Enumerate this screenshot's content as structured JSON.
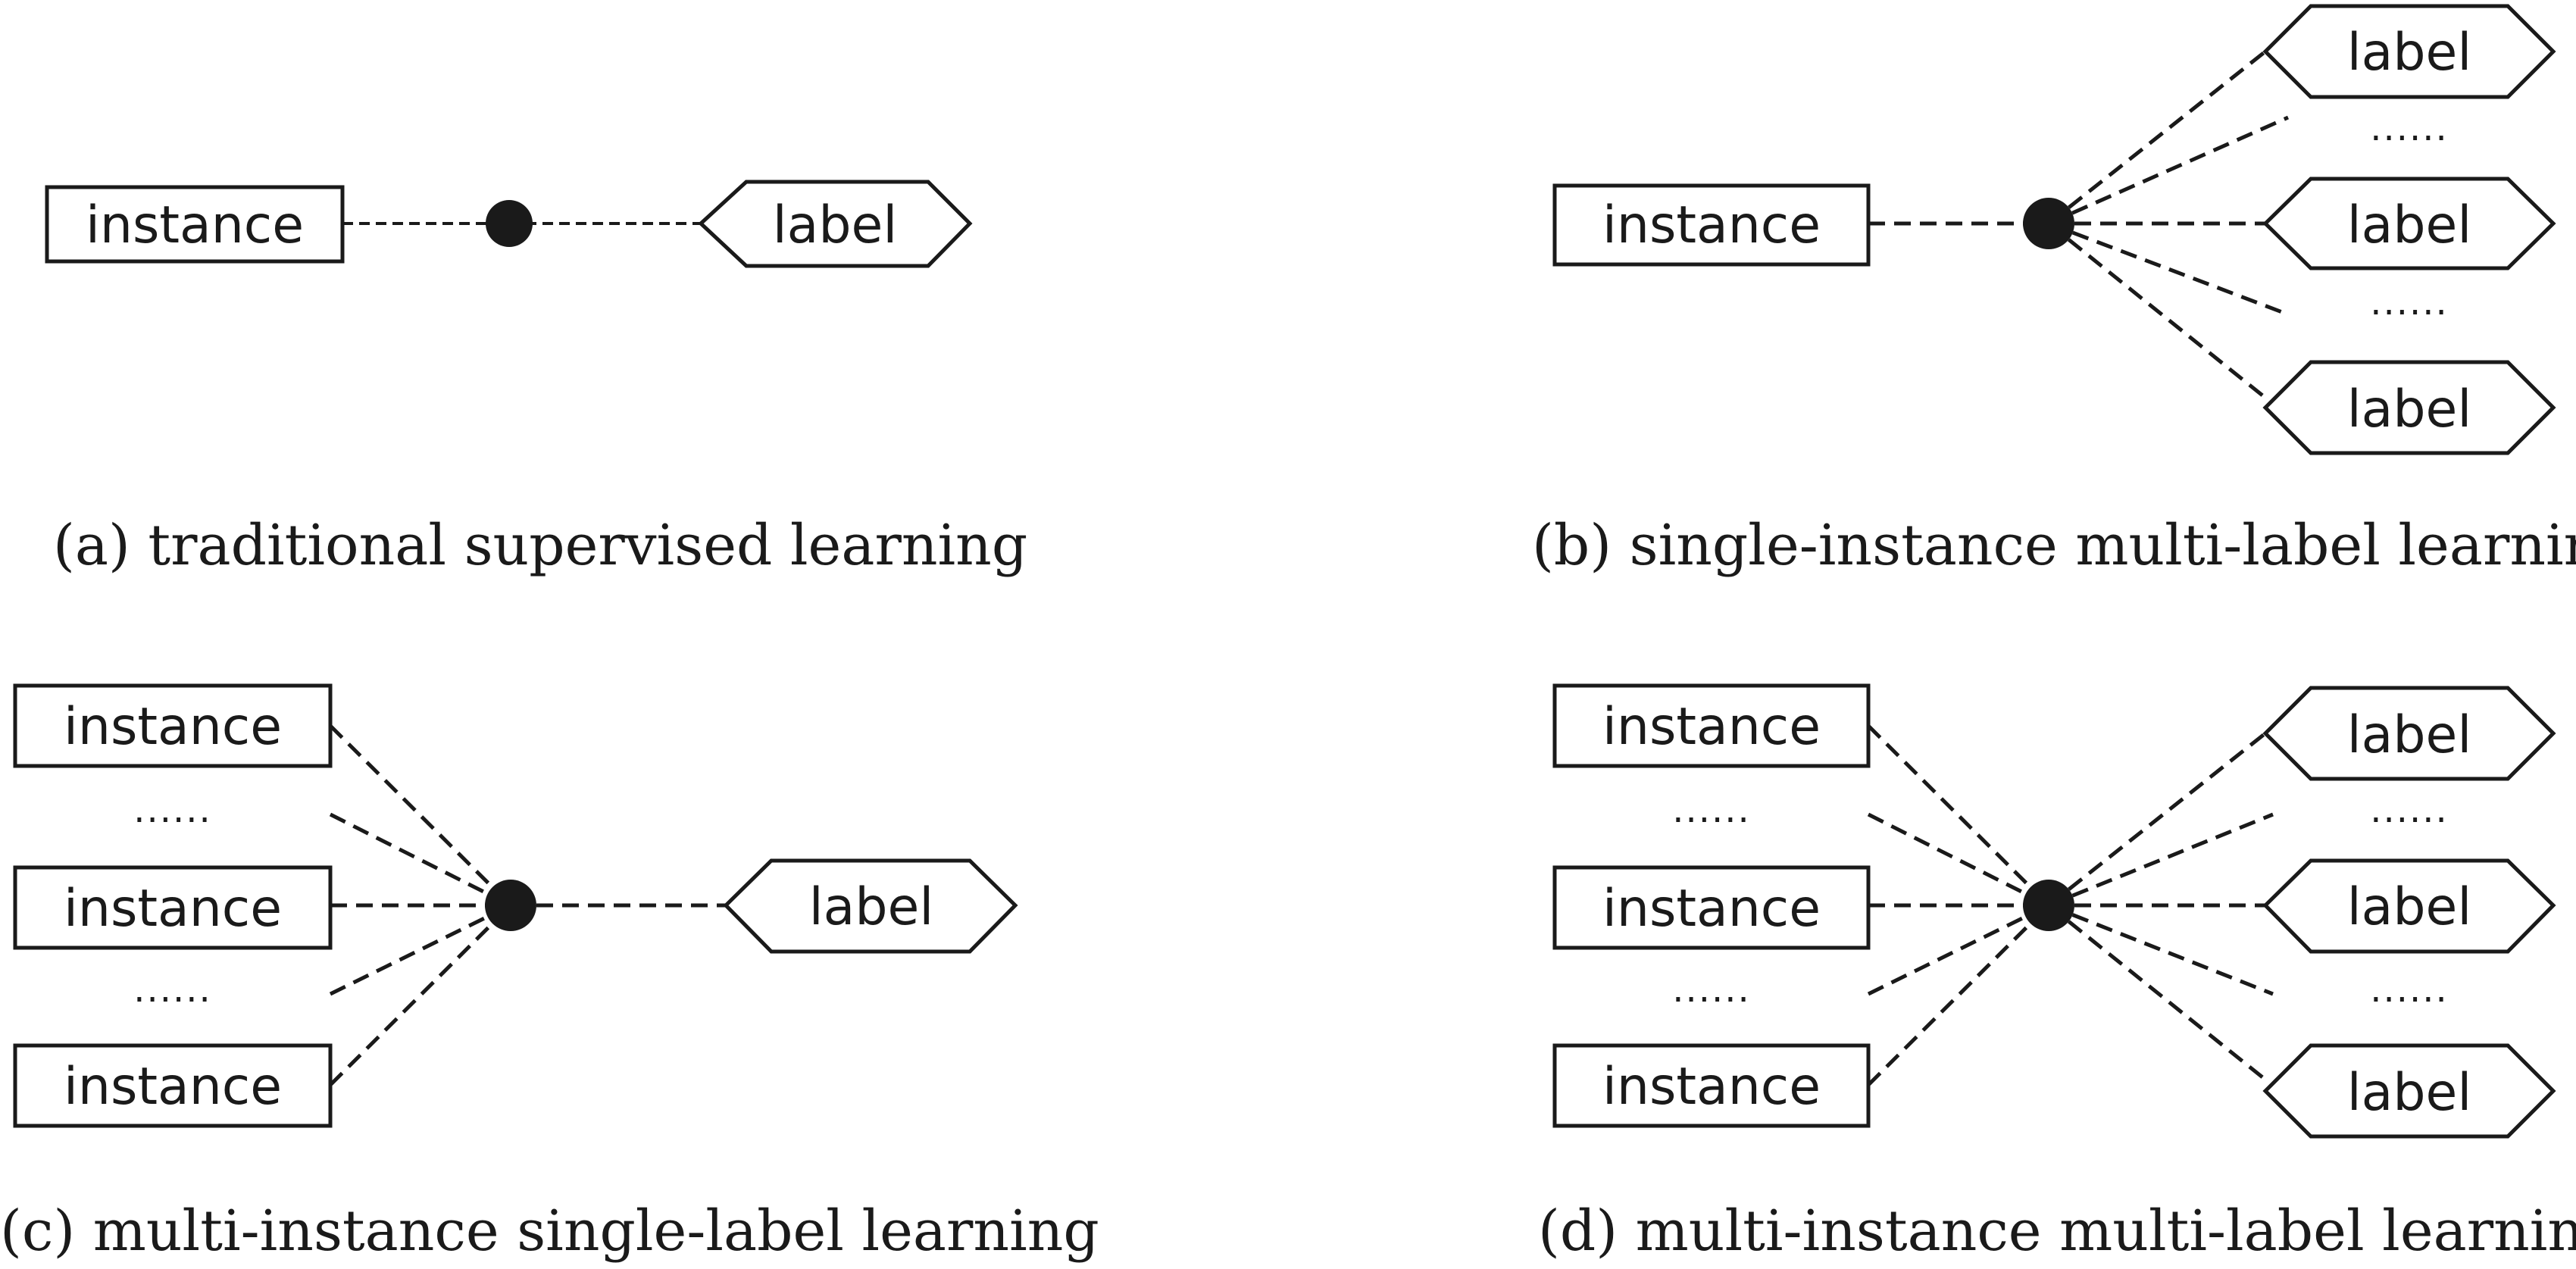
{
  "terms": {
    "instance": "instance",
    "label": "label",
    "ellipsis": "......"
  },
  "captions": {
    "a": "(a) traditional supervised learning",
    "b": "(b) single-instance multi-label learning",
    "c": "(c) multi-instance single-label learning",
    "d": "(d) multi-instance multi-label learning"
  },
  "colors": {
    "ink": "#1a1a1a",
    "background": "#ffffff"
  }
}
